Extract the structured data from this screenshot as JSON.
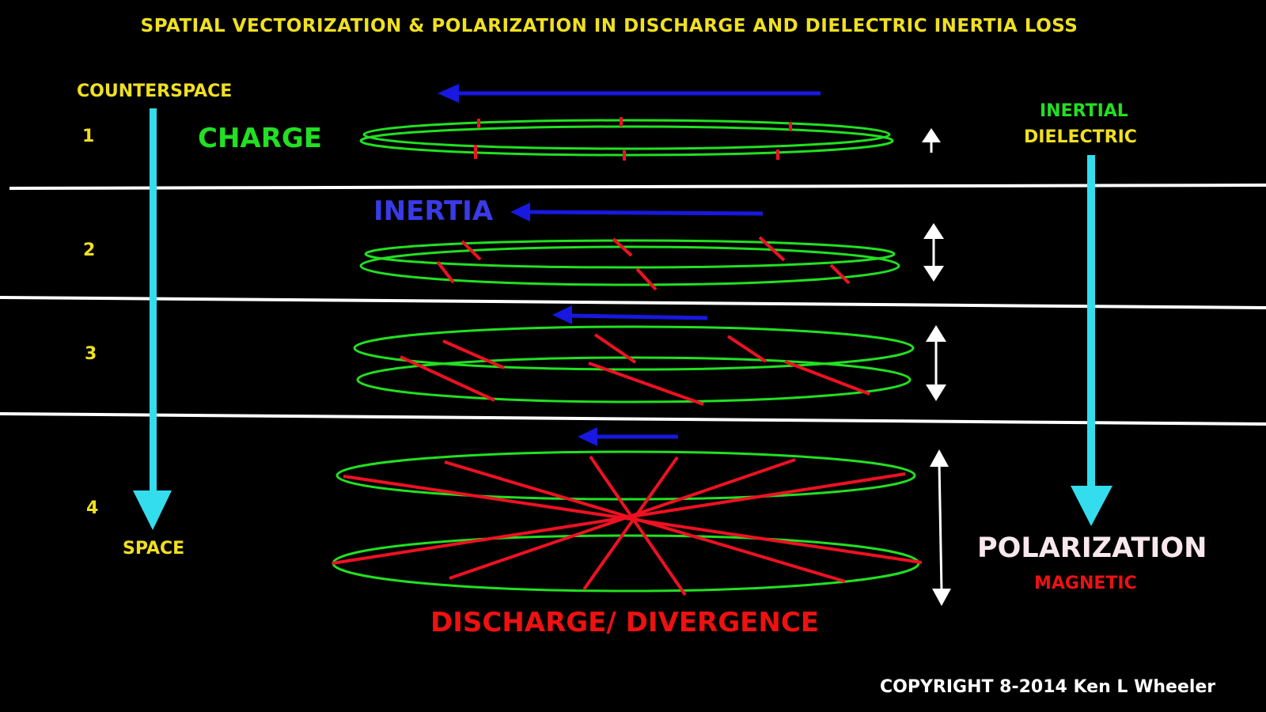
{
  "title": "SPATIAL VECTORIZATION & POLARIZATION IN DISCHARGE AND DIELECTRIC INERTIA LOSS",
  "left_axis": {
    "top_label": "COUNTERSPACE",
    "bottom_label": "SPACE"
  },
  "right_axis": {
    "top_label_line1": "INERTIAL",
    "top_label_line2": "DIELECTRIC",
    "bottom_label": "POLARIZATION",
    "bottom_sublabel": "MAGNETIC"
  },
  "rows": [
    {
      "number": "1",
      "label": "CHARGE"
    },
    {
      "number": "2",
      "label": "INERTIA"
    },
    {
      "number": "3",
      "label": ""
    },
    {
      "number": "4",
      "label": "DISCHARGE/ DIVERGENCE"
    }
  ],
  "copyright": "COPYRIGHT 8-2014 Ken L Wheeler",
  "colors": {
    "background": "#000000",
    "title": "#f0e020",
    "side_labels": "#f0e020",
    "charge": "#22e022",
    "inertia": "#3a3ae8",
    "discharge": "#ee1111",
    "polarization": "#f8e8ee",
    "magnetic": "#ee1111",
    "inertial": "#22e022",
    "dielectric": "#f0e020",
    "rings": "#22e022",
    "vectors": "#ee1122",
    "flow_arrows": "#1818e0",
    "cyan_arrows": "#33ddee",
    "white": "#ffffff"
  }
}
